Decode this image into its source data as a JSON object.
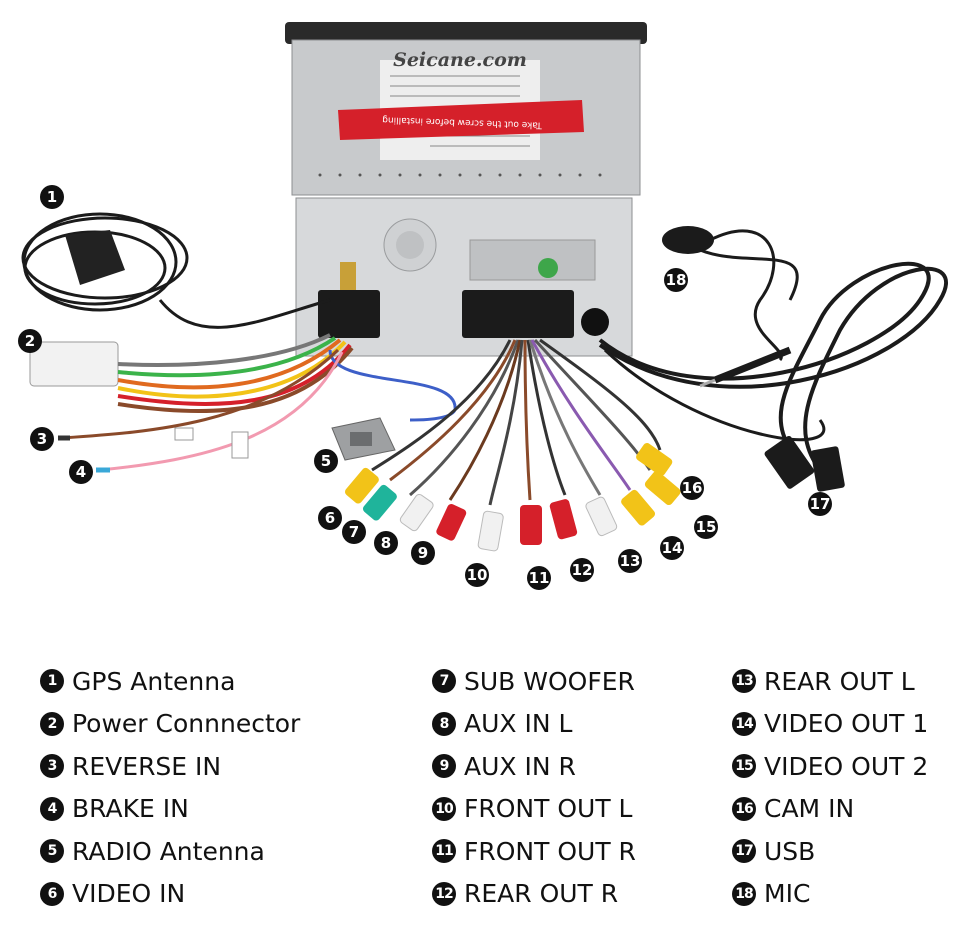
{
  "brand": "Seicane.com",
  "sticker_text": "Take out the screw before installing",
  "colors": {
    "red": "#d5202a",
    "white": "#f1f1f1",
    "yellow": "#f2c318",
    "green": "#1fb49b",
    "cable": "#1b1b1b",
    "unit": "#c9cbcc"
  },
  "components": [
    {
      "num": "1",
      "label": "GPS Antenna"
    },
    {
      "num": "2",
      "label": "Power Connnector"
    },
    {
      "num": "3",
      "label": "REVERSE IN"
    },
    {
      "num": "4",
      "label": "BRAKE IN"
    },
    {
      "num": "5",
      "label": "RADIO Antenna"
    },
    {
      "num": "6",
      "label": "VIDEO IN"
    },
    {
      "num": "7",
      "label": "SUB WOOFER"
    },
    {
      "num": "8",
      "label": "AUX IN L"
    },
    {
      "num": "9",
      "label": "AUX IN R"
    },
    {
      "num": "10",
      "label": "FRONT OUT L"
    },
    {
      "num": "11",
      "label": "FRONT OUT R"
    },
    {
      "num": "12",
      "label": "REAR OUT R"
    },
    {
      "num": "13",
      "label": "REAR OUT L"
    },
    {
      "num": "14",
      "label": "VIDEO OUT 1"
    },
    {
      "num": "15",
      "label": "VIDEO OUT 2"
    },
    {
      "num": "16",
      "label": "CAM IN"
    },
    {
      "num": "17",
      "label": "USB"
    },
    {
      "num": "18",
      "label": "MIC"
    }
  ]
}
